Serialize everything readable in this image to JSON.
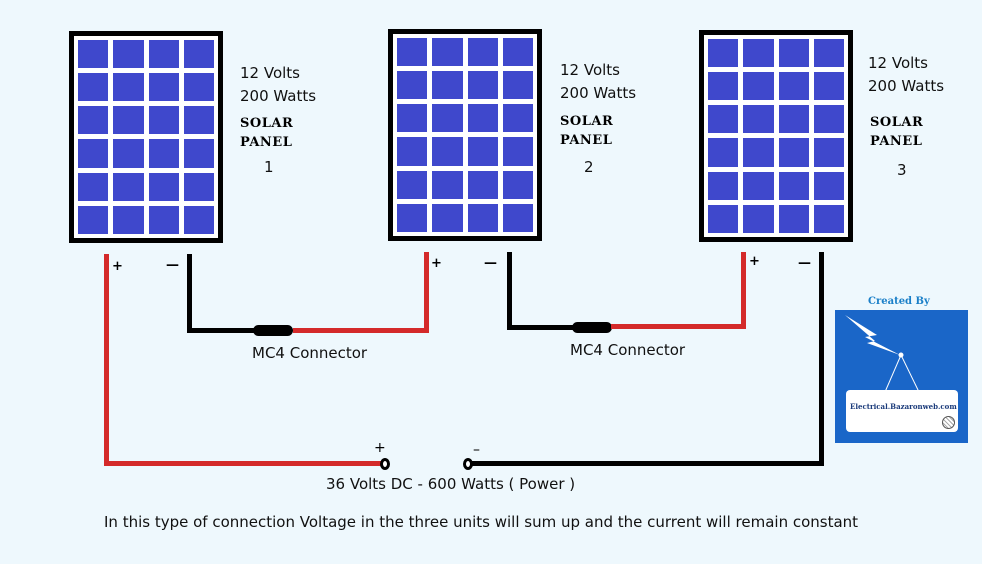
{
  "panels": [
    {
      "voltage": "12 Volts",
      "power": "200 Watts",
      "title_line1": "SOLAR",
      "title_line2": "PANEL",
      "number": "1",
      "plus": "+",
      "minus": "—"
    },
    {
      "voltage": "12 Volts",
      "power": "200 Watts",
      "title_line1": "SOLAR",
      "title_line2": "PANEL",
      "number": "2",
      "plus": "+",
      "minus": "—"
    },
    {
      "voltage": "12 Volts",
      "power": "200 Watts",
      "title_line1": "SOLAR",
      "title_line2": "PANEL",
      "number": "3",
      "plus": "+",
      "minus": "—"
    }
  ],
  "connectors": [
    "MC4 Connector",
    "MC4 Connector"
  ],
  "output": {
    "plus": "+",
    "minus": "–",
    "label": "36 Volts DC - 600 Watts ( Power )"
  },
  "caption": "In this type of connection Voltage in the three units will sum up and the current will remain constant",
  "logo": {
    "created_by": "Created By",
    "site": "Electrical.Bazaronweb.com"
  },
  "colors": {
    "cell": "#3f48cc",
    "positive_wire": "#d42a2a",
    "negative_wire": "#000000",
    "logo_bg": "#1a66c8"
  }
}
